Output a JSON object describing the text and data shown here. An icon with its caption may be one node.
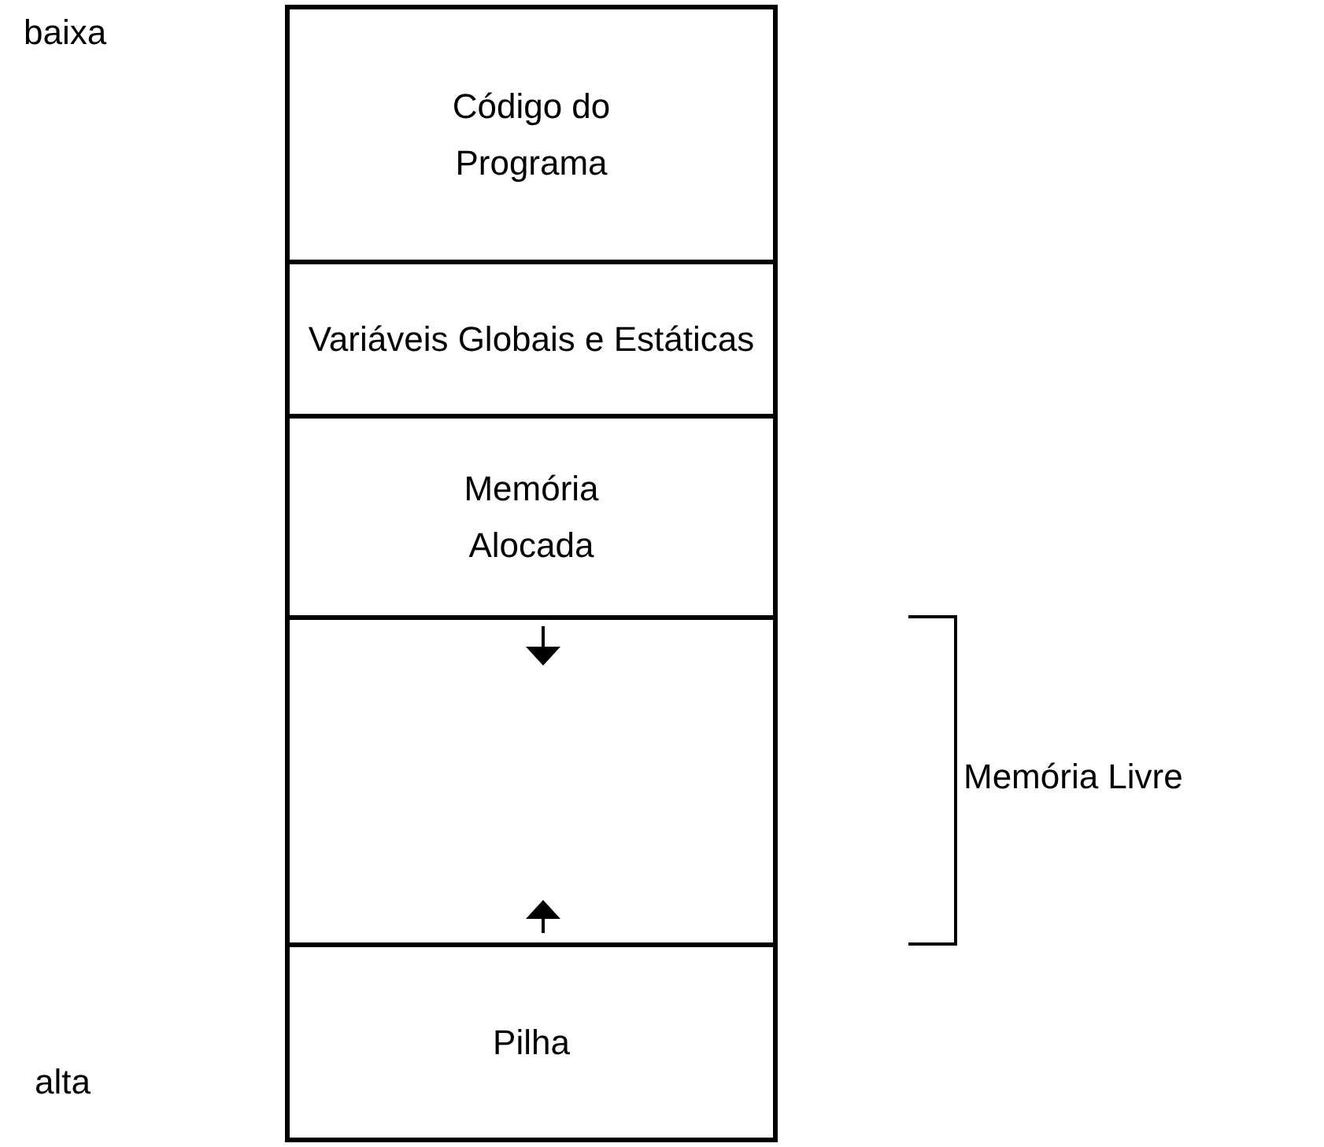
{
  "diagram": {
    "nodes": [
      {
        "text": [
          "Código do Programa"
        ]
      },
      {
        "text": [
          "Variáveis Globais e Estáticas"
        ]
      },
      {
        "text": [
          "Memória Alocada"
        ]
      },
      {
        "text": [],
        "shape": "box"
      },
      {
        "text": [
          "Pilha"
        ]
      }
    ],
    "labels": [
      "baixa",
      "alta",
      "Memória Livre"
    ]
  }
}
